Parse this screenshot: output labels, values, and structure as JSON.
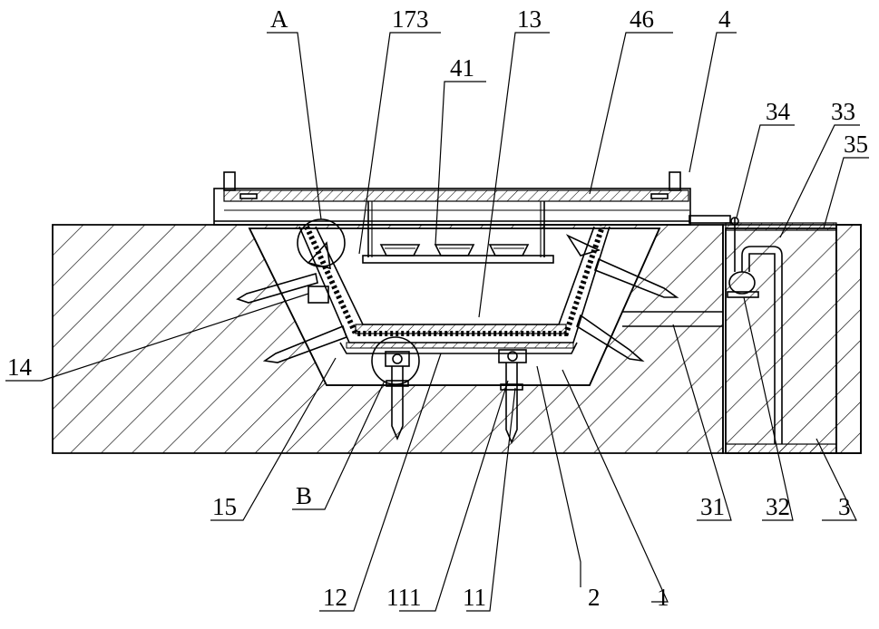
{
  "labels": {
    "A": "A",
    "l173": "173",
    "l13": "13",
    "l46": "46",
    "l4": "4",
    "l41": "41",
    "l34": "34",
    "l33": "33",
    "l35": "35",
    "l14": "14",
    "l15": "15",
    "B": "B",
    "l12": "12",
    "l111": "111",
    "l11": "11",
    "l2": "2",
    "l1": "1",
    "l31": "31",
    "l32": "32",
    "l3": "3"
  }
}
